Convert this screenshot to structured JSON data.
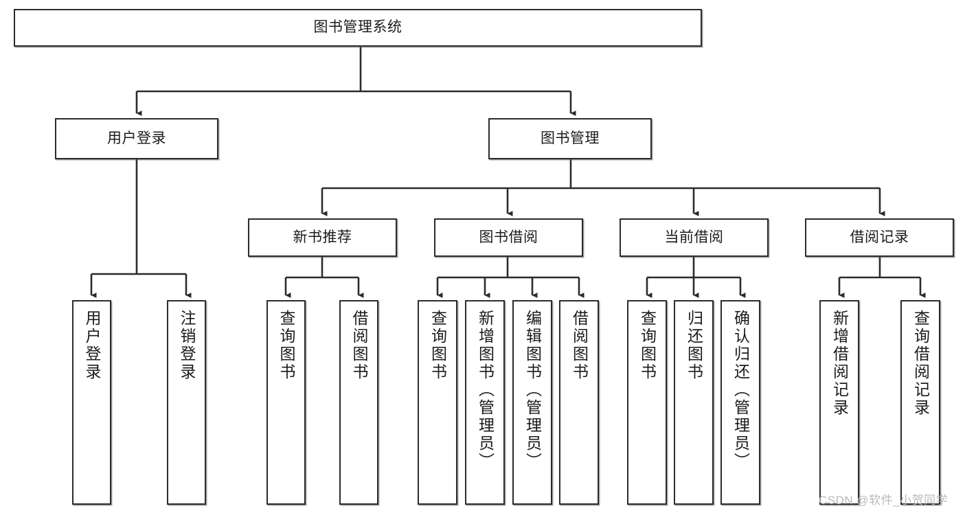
{
  "diagram": {
    "title": "图书管理系统",
    "type": "tree",
    "watermark": "CSDN @软件_小贺同学",
    "colors": {
      "background": "#ffffff",
      "box_border": "#2b2b2b",
      "box_fill": "#ffffff",
      "connector": "#2b2b2b",
      "text": "#1b1b1b",
      "watermark": "#b9b9b9"
    },
    "nodes": {
      "root": {
        "label": "图书管理系统"
      },
      "level2": [
        {
          "label": "用户登录"
        },
        {
          "label": "图书管理"
        }
      ],
      "level3": [
        {
          "label": "新书推荐"
        },
        {
          "label": "图书借阅"
        },
        {
          "label": "当前借阅"
        },
        {
          "label": "借阅记录"
        }
      ],
      "leaves": {
        "user_login": [
          {
            "label": "用户登录"
          },
          {
            "label": "注销登录"
          }
        ],
        "new_book_recommend": [
          {
            "label": "查询图书"
          },
          {
            "label": "借阅图书"
          }
        ],
        "book_borrow": [
          {
            "label": "查询图书"
          },
          {
            "label": "新增图书（管理员）"
          },
          {
            "label": "编辑图书（管理员）"
          },
          {
            "label": "借阅图书"
          }
        ],
        "current_borrow": [
          {
            "label": "查询图书"
          },
          {
            "label": "归还图书"
          },
          {
            "label": "确认归还（管理员）"
          }
        ],
        "borrow_record": [
          {
            "label": "新增借阅记录"
          },
          {
            "label": "查询借阅记录"
          }
        ]
      }
    }
  }
}
